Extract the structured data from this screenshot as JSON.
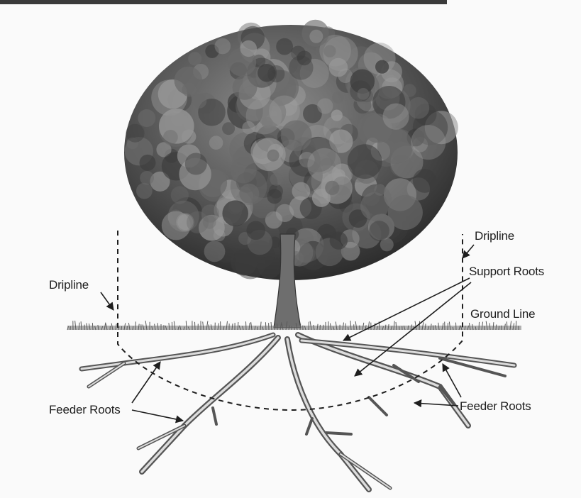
{
  "labels": {
    "dripline_left": "Dripline",
    "dripline_right": "Dripline",
    "support_roots": "Support Roots",
    "ground_line": "Ground Line",
    "feeder_roots_left": "Feeder Roots",
    "feeder_roots_right": "Feeder Roots"
  },
  "colors": {
    "ink": "#1e1e1e",
    "foliage_dark": "#3c3c3c",
    "foliage_mid": "#6a6a6a",
    "foliage_light": "#9a9a9a",
    "background": "#fafafa"
  }
}
